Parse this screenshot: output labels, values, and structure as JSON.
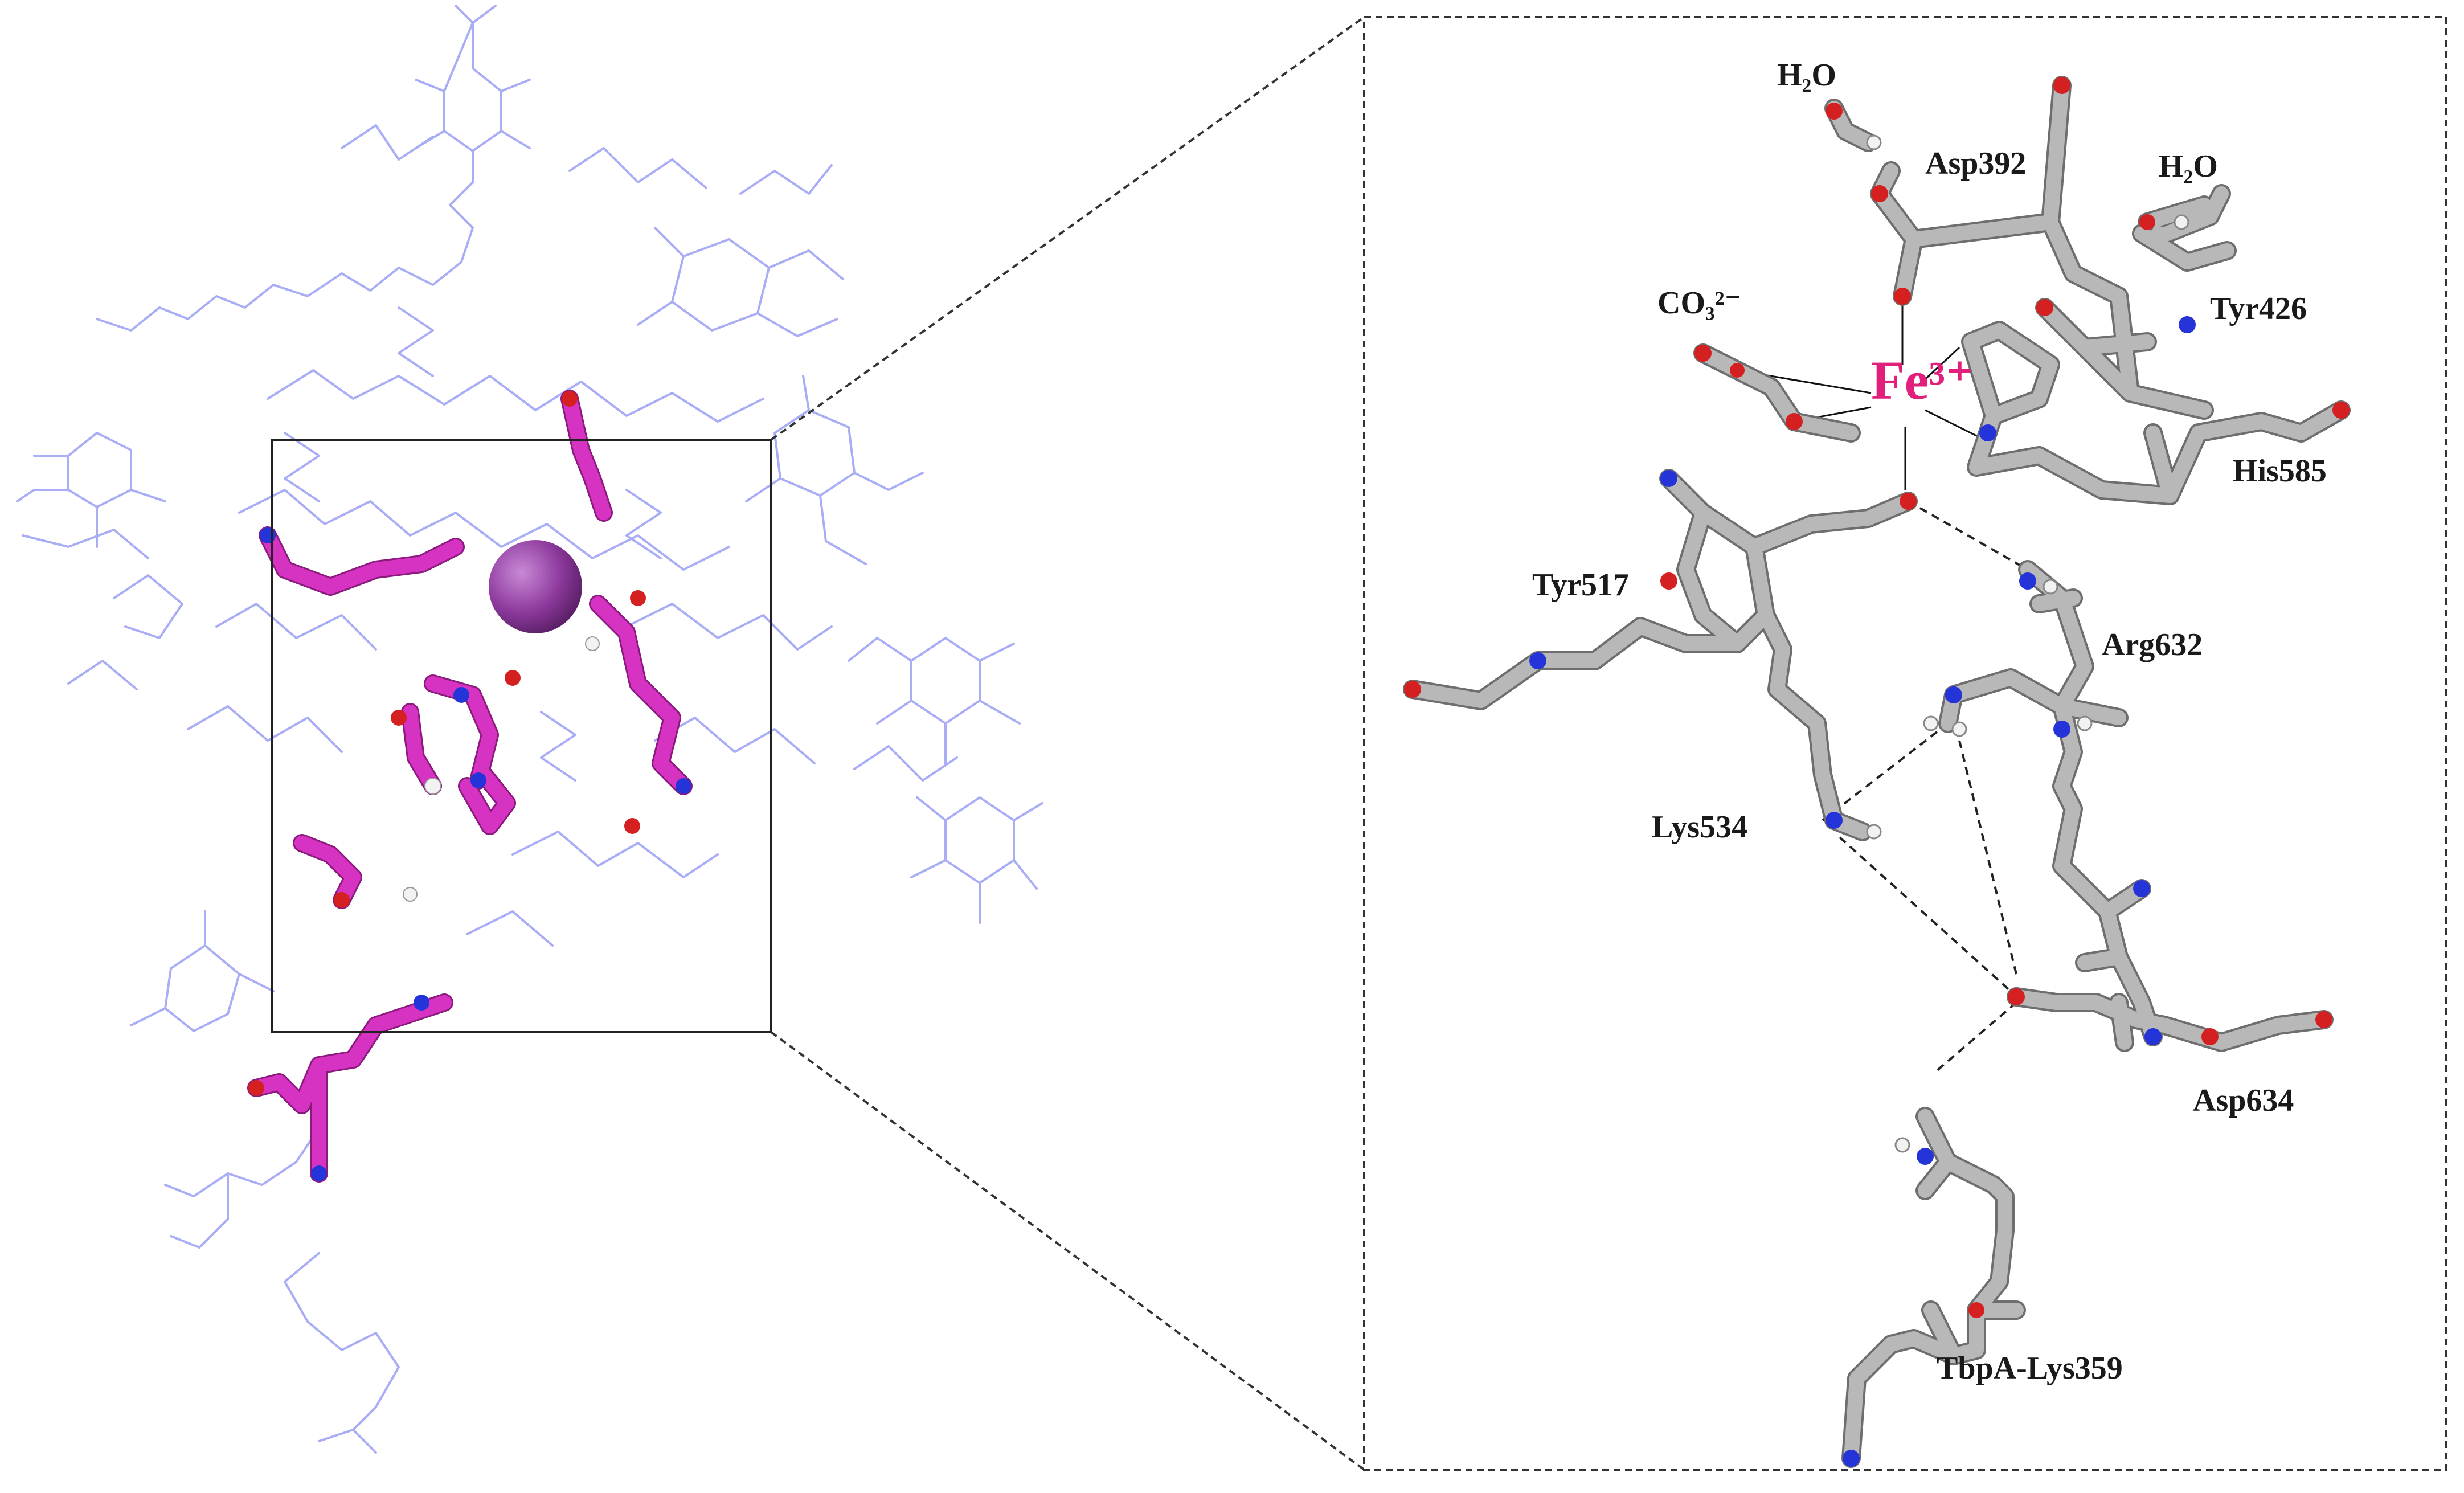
{
  "labels": {
    "h2o_1": "H₂O",
    "h2o_2": "H₂O",
    "asp392": "Asp392",
    "co3": "CO₃²⁻",
    "tyr426": "Tyr426",
    "fe": "Fe³⁺",
    "his585": "His585",
    "tyr517": "Tyr517",
    "arg632": "Arg632",
    "lys534": "Lys534",
    "asp634": "Asp634",
    "tbpa_lys359": "TbpA-Lys359"
  },
  "colors": {
    "carbon": "#b8b8b8",
    "oxygen": "#d42020",
    "nitrogen": "#2434d8",
    "hydrogen": "#f2f2f2",
    "iron_label": "#e0207a",
    "iron_sphere": "#8e3a9e",
    "highlight_sticks": "#d633c2",
    "wire_backbone": "#a9adf5"
  }
}
